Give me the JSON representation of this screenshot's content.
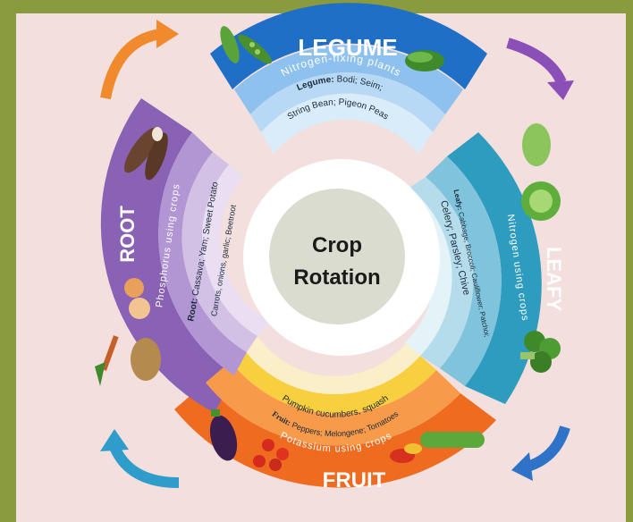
{
  "center": {
    "line1": "Crop",
    "line2": "Rotation"
  },
  "legume": {
    "title": "LEGUME",
    "band": "Nitrogen-fixing plants",
    "crops1": "Legume: Bodi; Seim;",
    "crops1_bold": "Legume:",
    "crops1_rest": " Bodi; Seim;",
    "crops2": "String Bean; Pigeon Peas",
    "color": "#1f6fc7"
  },
  "leafy": {
    "title": "LEAFY",
    "band": "Nitrogen using crops",
    "crops1_bold": "Leafy:",
    "crops1_rest": " Cabbage; Broccoli; Cauliflower; Patchoi;",
    "crops2": "Celery; Parsley; Chive",
    "color": "#2e9cbf"
  },
  "fruit": {
    "title": "FRUIT",
    "band": "Potassium using crops",
    "crops1_bold": "Fruit:",
    "crops1_rest": " Peppers; Melongene; Tomatoes",
    "crops2": "Pumpkin cucumbers, squash",
    "color": "#ee6b1f"
  },
  "root": {
    "title": "ROOT",
    "band": "Phosphorus using crops",
    "crops1_bold": "Root:",
    "crops1_rest": " Cassava; Yam; Sweet Potato",
    "crops2": "Carrots, onions, garlic; Beetroot",
    "color": "#8a62b5"
  },
  "arrows": [
    {
      "name": "arrow-top-left",
      "color": "#f08a2c"
    },
    {
      "name": "arrow-top-right",
      "color": "#8b4fb8"
    },
    {
      "name": "arrow-bottom-right",
      "color": "#2f73c9"
    },
    {
      "name": "arrow-bottom-left",
      "color": "#2e9dcb"
    }
  ],
  "icons": [
    "pea-pod-icon",
    "green-bean-icon",
    "cassava-icon",
    "onion-icon",
    "potato-icon",
    "carrot-icon",
    "celery-icon",
    "cabbage-icon",
    "broccoli-icon",
    "eggplant-icon",
    "tomato-icon",
    "pepper-icon",
    "cucumber-icon"
  ]
}
